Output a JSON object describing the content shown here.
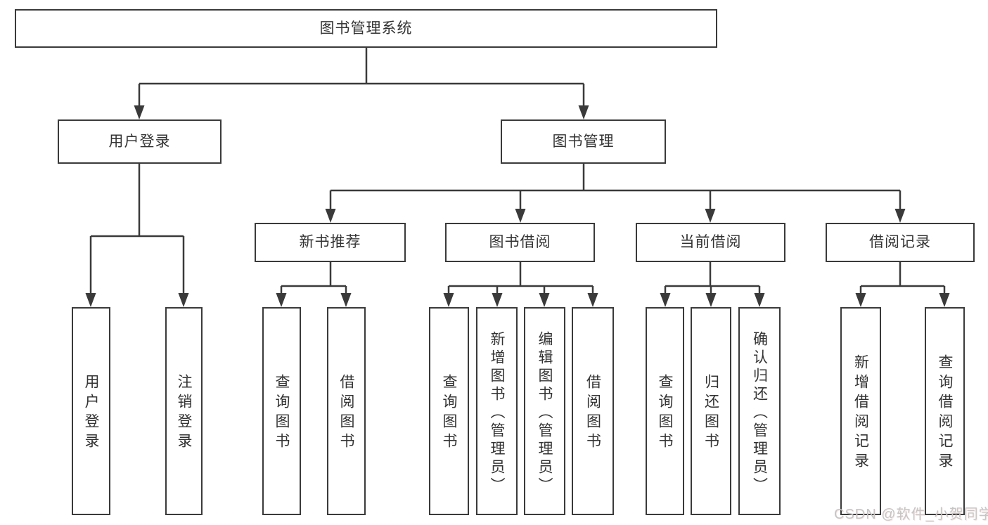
{
  "diagram": {
    "tree": {
      "label": "图书管理系统",
      "children": [
        {
          "label": "用户登录",
          "children": [
            {
              "label": "用户登录"
            },
            {
              "label": "注销登录"
            }
          ]
        },
        {
          "label": "图书管理",
          "children": [
            {
              "label": "新书推荐",
              "children": [
                {
                  "label": "查询图书"
                },
                {
                  "label": "借阅图书"
                }
              ]
            },
            {
              "label": "图书借阅",
              "children": [
                {
                  "label": "查询图书"
                },
                {
                  "label": "新增图书（管理员）"
                },
                {
                  "label": "编辑图书（管理员）"
                },
                {
                  "label": "借阅图书"
                }
              ]
            },
            {
              "label": "当前借阅",
              "children": [
                {
                  "label": "查询图书"
                },
                {
                  "label": "归还图书"
                },
                {
                  "label": "确认归还（管理员）"
                }
              ]
            },
            {
              "label": "借阅记录",
              "children": [
                {
                  "label": "新增借阅记录"
                },
                {
                  "label": "查询借阅记录"
                }
              ]
            }
          ]
        }
      ]
    },
    "colors": {
      "line": "#3a3a3a",
      "box_border": "#3a3a3a",
      "box_background": "#ffffff",
      "text": "#333333",
      "watermark": "#c6c6c6"
    }
  },
  "watermark": {
    "text": "CSDN @软件_小贺同学"
  }
}
